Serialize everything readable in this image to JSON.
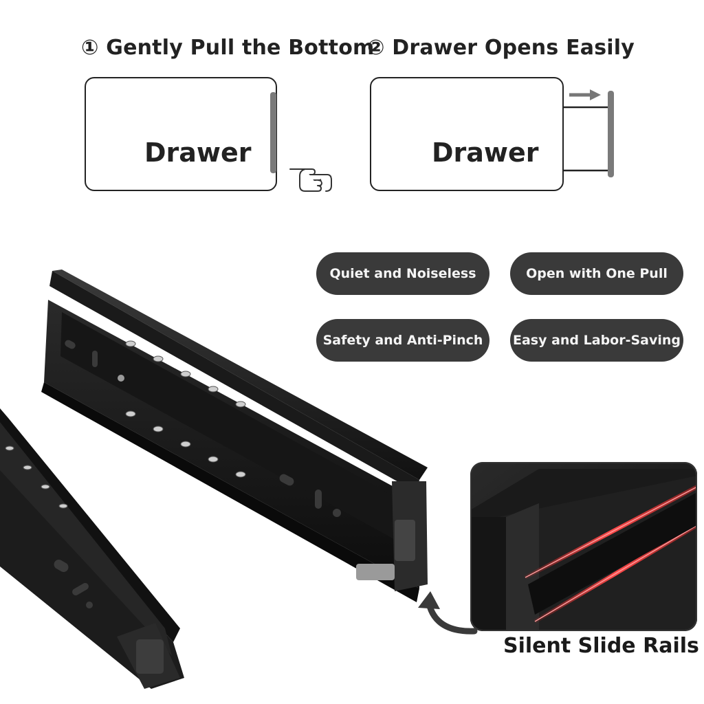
{
  "steps": [
    {
      "title": "① Gently Pull the Bottom",
      "drawer_label": "Drawer"
    },
    {
      "title": "② Drawer Opens Easily",
      "drawer_label": "Drawer"
    }
  ],
  "features": [
    "Quiet and Noiseless",
    "Open with One Pull",
    "Safety and Anti-Pinch",
    "Easy and Labor-Saving"
  ],
  "inset": {
    "caption": "Silent Slide Rails"
  },
  "colors": {
    "pill_bg": "#3a3a3a",
    "rail": "#1b1b1b",
    "highlight": "#ff3b3b",
    "handle": "#7a7a7a"
  },
  "icons": [
    "pointing-hand-icon",
    "arrow-right-icon",
    "curved-arrow-icon"
  ]
}
